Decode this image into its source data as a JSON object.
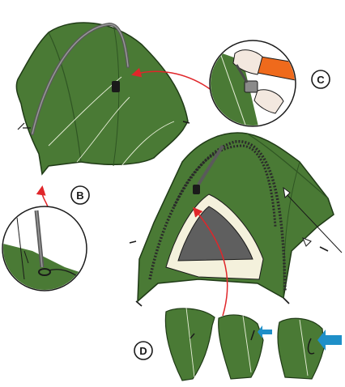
{
  "labels": {
    "b": "B",
    "c": "C",
    "d": "D"
  },
  "colors": {
    "tent_green": "#4a7a35",
    "tent_green_dark": "#2f5523",
    "tent_green_light": "#6e9b52",
    "pole": "#5a5a5a",
    "inner": "#f4f1dc",
    "mesh": "#5f5f5f",
    "arrow_red": "#e0262a",
    "arrow_blue": "#1e8fc8",
    "sleeve_orange": "#ef6a1c",
    "hand_skin": "#f3e8df"
  }
}
